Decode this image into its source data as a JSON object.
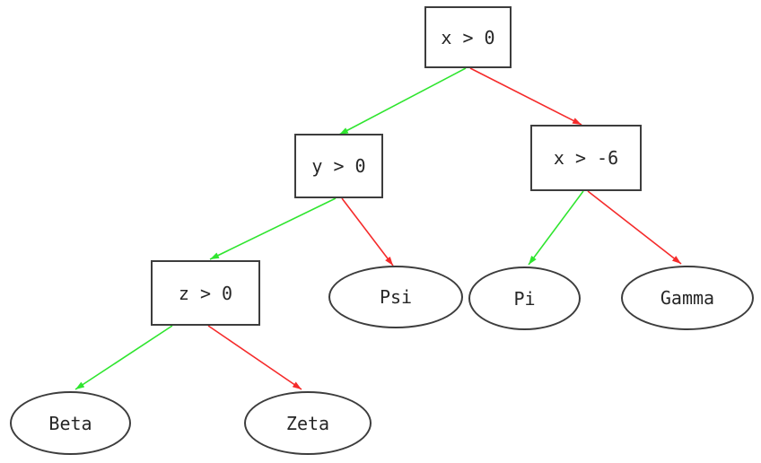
{
  "diagram": {
    "kind": "decision-tree",
    "colors": {
      "green_edge": "#2fe52f",
      "red_edge": "#f52b2b",
      "node_border": "#3d3d3d",
      "node_text": "#262626",
      "background": "#ffffff"
    },
    "nodes": [
      {
        "id": "x-gt-0",
        "label": "x > 0",
        "kind": "decision"
      },
      {
        "id": "y-gt-0",
        "label": "y > 0",
        "kind": "decision"
      },
      {
        "id": "x-gt-m6",
        "label": "x > -6",
        "kind": "decision"
      },
      {
        "id": "z-gt-0",
        "label": "z > 0",
        "kind": "decision"
      },
      {
        "id": "psi",
        "label": "Psi",
        "kind": "leaf"
      },
      {
        "id": "pi",
        "label": "Pi",
        "kind": "leaf"
      },
      {
        "id": "gamma",
        "label": "Gamma",
        "kind": "leaf"
      },
      {
        "id": "beta",
        "label": "Beta",
        "kind": "leaf"
      },
      {
        "id": "zeta",
        "label": "Zeta",
        "kind": "leaf"
      }
    ],
    "edges": [
      {
        "from": "x > 0",
        "to": "y > 0",
        "color": "green"
      },
      {
        "from": "x > 0",
        "to": "x > -6",
        "color": "red"
      },
      {
        "from": "y > 0",
        "to": "z > 0",
        "color": "green"
      },
      {
        "from": "y > 0",
        "to": "Psi",
        "color": "red"
      },
      {
        "from": "z > 0",
        "to": "Beta",
        "color": "green"
      },
      {
        "from": "z > 0",
        "to": "Zeta",
        "color": "red"
      },
      {
        "from": "x > -6",
        "to": "Pi",
        "color": "green"
      },
      {
        "from": "x > -6",
        "to": "Gamma",
        "color": "red"
      }
    ]
  }
}
